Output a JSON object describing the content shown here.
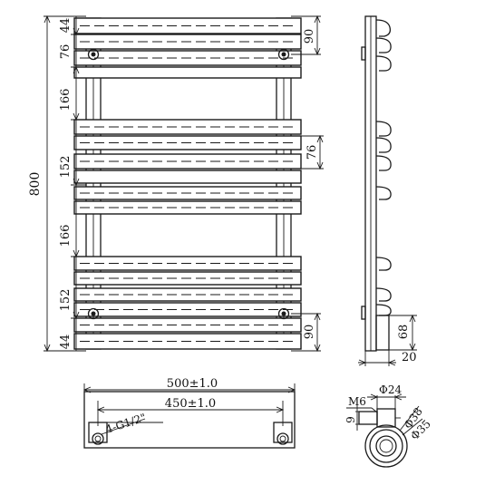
{
  "front_view": {
    "overall_height": "800",
    "left_dims": [
      "44",
      "76",
      "166",
      "152",
      "166",
      "152",
      "44"
    ],
    "right_dims": {
      "top_bracket": "90",
      "middle_gap": "76",
      "bottom_bracket": "90"
    }
  },
  "side_view": {
    "bracket_height": "68",
    "wall_offset": "20"
  },
  "bottom_view": {
    "overall_width": "500±1.0",
    "pipe_centres": "450±1.0",
    "connections": "4-G1/2\""
  },
  "bracket_detail": {
    "screw": "M6",
    "dia_outer": "Φ24",
    "dia_38": "Φ38",
    "dia_35": "Φ35",
    "screw_depth": "9"
  }
}
